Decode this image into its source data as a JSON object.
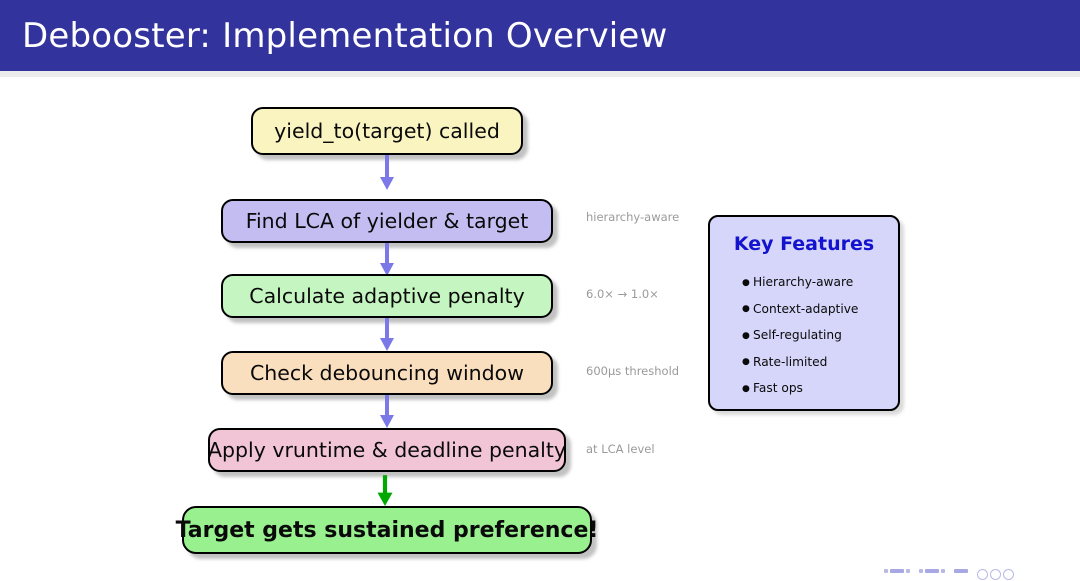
{
  "slide": {
    "title": "Debooster: Implementation Overview",
    "banner_color": "#33339e"
  },
  "flowchart": {
    "nodes": [
      {
        "id": "yield-to-called",
        "label": "yield_to(target) called",
        "color": "#f9f4c0"
      },
      {
        "id": "find-lca",
        "label": "Find LCA of yielder & target",
        "color": "#c4bdf2"
      },
      {
        "id": "calculate-penalty",
        "label": "Calculate adaptive penalty",
        "color": "#c5f5c0"
      },
      {
        "id": "check-debounce",
        "label": "Check debouncing window",
        "color": "#fadfbe"
      },
      {
        "id": "apply-penalty",
        "label": "Apply vruntime & deadline penalty",
        "color": "#f2c5d6"
      },
      {
        "id": "sustained-preference",
        "label": "Target gets sustained preference!",
        "color": "#99f08f"
      }
    ],
    "arrow_color": "#7b79e8",
    "final_arrow_color": "#00a800"
  },
  "annotations": [
    {
      "id": "annotation-lca",
      "text": "hierarchy-aware"
    },
    {
      "id": "annotation-penalty",
      "text": "6.0× → 1.0×"
    },
    {
      "id": "annotation-debounce",
      "text": "600μs threshold"
    },
    {
      "id": "annotation-apply",
      "text": "at LCA level"
    }
  ],
  "key_features": {
    "title": "Key Features",
    "title_color": "#1313cf",
    "panel_color": "#d6d6fa",
    "bullet_glyph": "●",
    "items": [
      "Hierarchy-aware",
      "Context-adaptive",
      "Self-regulating",
      "Rate-limited",
      "Fast ops"
    ]
  }
}
